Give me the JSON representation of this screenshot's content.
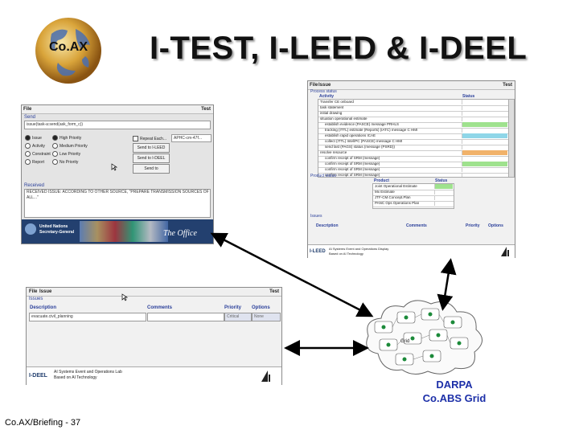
{
  "slide": {
    "title": "I-TEST, I-LEED & I-DEEL",
    "logo_text": "Co.AX",
    "footer": "Co.AX/Briefing - 37",
    "grid_caption_line1": "DARPA",
    "grid_caption_line2": "Co.ABS Grid",
    "grid_label": "Grid"
  },
  "itest": {
    "menu_file": "File",
    "menu_right": "Test",
    "send_label": "Send",
    "send_value": "issue(task-a:send(ask_form_c))",
    "radios_col1": [
      "Issue",
      "Activity",
      "Constraint",
      "Report"
    ],
    "radios_col2": [
      "High Priority",
      "Medium Priority",
      "Low Priority",
      "No Priority"
    ],
    "repeat_label": "Repeat Each...",
    "repeat_value": "APHC-cm-47f...",
    "btn_send_leed": "Send to I-LEED",
    "btn_send_deel": "Send to I-DEEL",
    "btn_send": "Send to",
    "received_label": "Received",
    "received_value": "RECEIVED ISSUE: ACCORDING TO OTHER SOURCE, \"PREPARE TRANSMISSION SOURCES OF ALL...\"",
    "banner_left_line1": "United Nations",
    "banner_left_line2": "Secretary-General",
    "banner_right": "The Office"
  },
  "ileed": {
    "menu_file": "File",
    "menu_issue": "Issue",
    "menu_right": "Test",
    "section1": "Process status",
    "col_activity": "Activity",
    "col_status": "Status",
    "activities": [
      "Transfer CE onboard",
      "task statement",
      "initial drawing",
      "situation operational estimate",
      "establish evidence (PASCE) message PRHLS",
      "tracking (ITTL) estimate (Reports) (IATC) message C HMI",
      "establish rapid operations ICAE",
      "collect (ITTL) Intel/PC (PASCE) message C HMI",
      "send last (PAGS) status (message (PSRD))",
      "resolve resource",
      "confirm receipt of SRM (message)",
      "confirm receipt of SRM (message)",
      "confirm receipt of SRM (message)",
      "confirm receipt of SRM (message)"
    ],
    "section2": "Product status",
    "col_product": "Product",
    "col_pstatus": "Status",
    "products": [
      "Joint Operational Estimate",
      "Mx Estimate",
      "JTF-CM.Concept.Plan",
      "PANC Ops Operations Plan"
    ],
    "section3": "Issues",
    "col_desc": "Description",
    "col_comments": "Comments",
    "col_priority": "Priority",
    "col_options": "Options",
    "footer_name": "I-LEED",
    "footer_line1": "AI Systems Event and Operations Display",
    "footer_line2": "Based on AI Technology"
  },
  "ideel": {
    "menu_file": "File",
    "menu_issue": "Issue",
    "menu_right": "Test",
    "section": "Issues",
    "col_desc": "Description",
    "col_comments": "Comments",
    "col_priority": "Priority",
    "col_options": "Options",
    "desc_value": "evacuate.civil_planning",
    "priority_value": "Critical",
    "options_value": "None",
    "footer_name": "I-DEEL",
    "footer_line1": "AI Systems Event and Operations Lab",
    "footer_line2": "Based on AI Technology"
  },
  "colors": {
    "title": "#111111",
    "darpa": "#1c2fa8",
    "section_blue": "#2a3f9a",
    "status_green": "#9fe28e",
    "status_blue": "#8fd6e8",
    "status_orange": "#f1b26a",
    "banner_blue": "#23406f"
  }
}
